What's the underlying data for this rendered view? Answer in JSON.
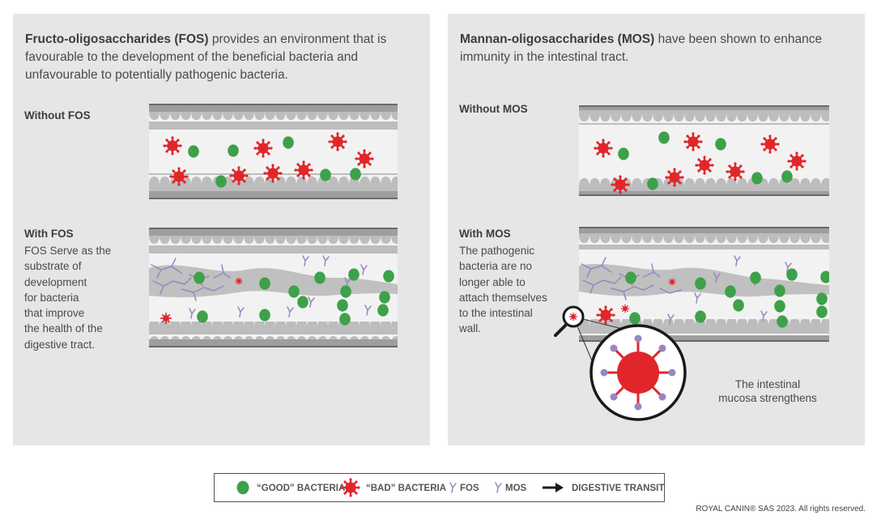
{
  "left_panel": {
    "intro_bold": "Fructo-oligosaccharides (FOS)",
    "intro_rest": " provides an environment that is favourable to the development of the beneficial bacteria and unfavourable to potentially pathogenic bacteria.",
    "without_label": "Without FOS",
    "with_label": "With FOS",
    "with_description": "FOS Serve as the\nsubstrate of\ndevelopment\nfor bacteria\nthat improve\nthe health of the\ndigestive tract."
  },
  "right_panel": {
    "intro_bold": "Mannan-oligosaccharides (MOS)",
    "intro_rest": " have been shown to enhance immunity in the intestinal tract.",
    "without_label": "Without MOS",
    "with_label": "With MOS",
    "with_description": "The pathogenic\nbacteria are no\nlonger able to\nattach themselves\nto the intestinal\nwall.",
    "callout": "The intestinal\nmucosa strengthens"
  },
  "legend": {
    "good_bacteria": "“GOOD” BACTERIA",
    "bad_bacteria": "“BAD” BACTERIA",
    "fos": "FOS",
    "mos": "MOS",
    "digestive_transit": "DIGESTIVE TRANSIT"
  },
  "copyright": "ROYAL CANIN® SAS 2023. All rights reserved.",
  "colors": {
    "panel_bg": "#e6e6e6",
    "tube_wall": "#9e9e9e",
    "tube_lumen": "#f2f2f2",
    "good_bacteria": "#3da14a",
    "bad_bacteria": "#e0262b",
    "fiber": "#9b85c2",
    "transit": "#b3b3b3"
  },
  "icons": [
    "good-bacteria-icon",
    "bad-bacteria-icon",
    "fos-icon",
    "mos-icon",
    "arrow-right-icon",
    "magnifier-icon"
  ]
}
